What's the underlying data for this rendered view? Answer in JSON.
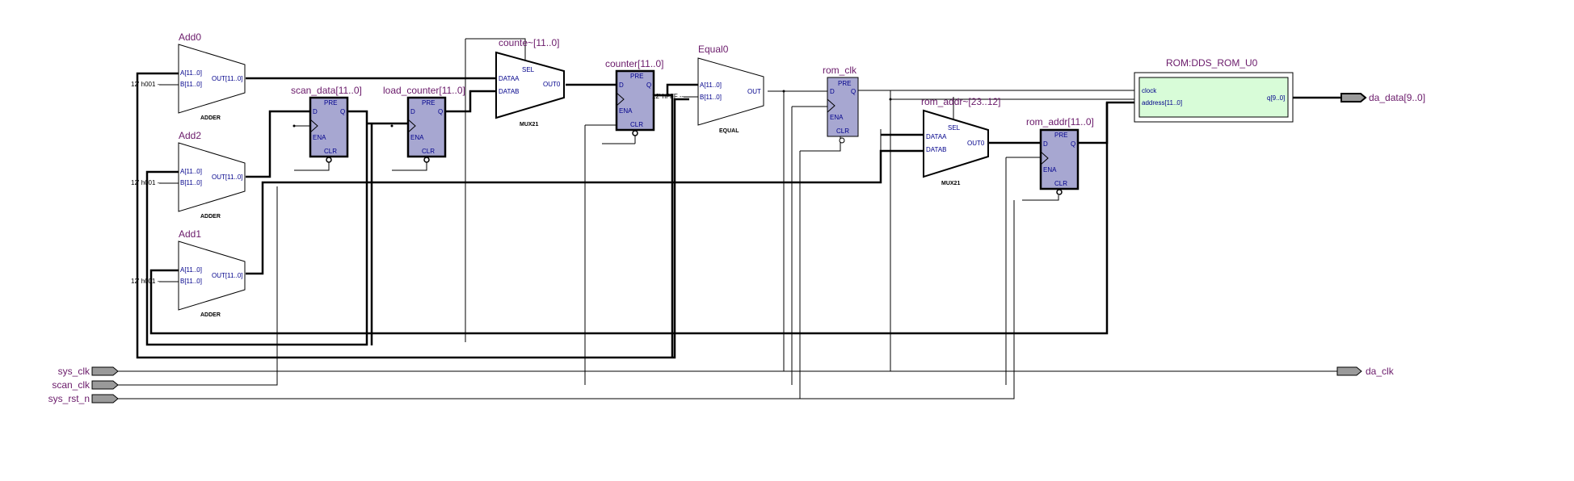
{
  "inputs": {
    "sys_clk": "sys_clk",
    "scan_clk": "scan_clk",
    "sys_rst_n": "sys_rst_n"
  },
  "outputs": {
    "da_data": "da_data[9..0]",
    "da_clk": "da_clk"
  },
  "adders": {
    "add0": {
      "name": "Add0",
      "type": "ADDER",
      "const": "12' h001 --"
    },
    "add2": {
      "name": "Add2",
      "type": "ADDER",
      "const": "12' h001 --"
    },
    "add1": {
      "name": "Add1",
      "type": "ADDER",
      "const": "12' h001 --"
    },
    "pin_a": "A[11..0]",
    "pin_b": "B[11..0]",
    "pin_out": "OUT[11..0]"
  },
  "registers": {
    "scan_data": "scan_data[11..0]",
    "load_counter": "load_counter[11..0]",
    "counter": "counter[11..0]",
    "rom_clk": "rom_clk",
    "rom_addr": "rom_addr[11..0]",
    "pin_pre": "PRE",
    "pin_d": "D",
    "pin_q": "Q",
    "pin_ena": "ENA",
    "pin_clr": "CLR"
  },
  "muxes": {
    "counter_mux": {
      "name": "counte~[11..0]",
      "type": "MUX21"
    },
    "rom_addr_mux": {
      "name": "rom_addr~[23..12]",
      "type": "MUX21"
    },
    "pin_sel": "SEL",
    "pin_dataa": "DATAA",
    "pin_datab": "DATAB",
    "pin_out": "OUT0"
  },
  "comparator": {
    "name": "Equal0",
    "type": "EQUAL",
    "const": "12' hFFF --",
    "pin_out": "OUT"
  },
  "rom": {
    "name": "ROM:DDS_ROM_U0",
    "pin_clock": "clock",
    "pin_address": "address[11..0]",
    "pin_q": "q[9..0]"
  }
}
